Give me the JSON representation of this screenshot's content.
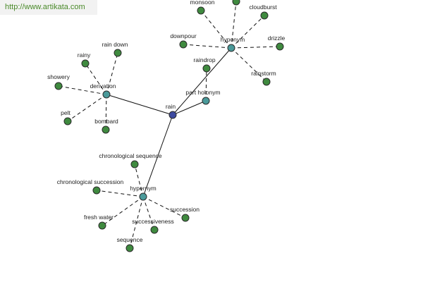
{
  "watermark": "http://www.artikata.com",
  "colors": {
    "root": "#3d4aa0",
    "relation": "#4a9a9a",
    "leaf": "#3f8a3f",
    "edge": "#111111"
  },
  "graph": {
    "nodes": [
      {
        "id": "rain",
        "label": "rain",
        "kind": "root"
      },
      {
        "id": "derivation",
        "label": "derivation",
        "kind": "relation"
      },
      {
        "id": "hyponym",
        "label": "hyponym",
        "kind": "relation"
      },
      {
        "id": "part_holonym",
        "label": "part holonym",
        "kind": "relation"
      },
      {
        "id": "hypernym",
        "label": "hypernym",
        "kind": "relation"
      },
      {
        "id": "rain_down",
        "label": "rain down",
        "kind": "leaf"
      },
      {
        "id": "rainy",
        "label": "rainy",
        "kind": "leaf"
      },
      {
        "id": "showery",
        "label": "showery",
        "kind": "leaf"
      },
      {
        "id": "pelt",
        "label": "pelt",
        "kind": "leaf"
      },
      {
        "id": "bombard",
        "label": "bombard",
        "kind": "leaf"
      },
      {
        "id": "monsoon",
        "label": "monsoon",
        "kind": "leaf"
      },
      {
        "id": "cloudburst",
        "label": "cloudburst",
        "kind": "leaf"
      },
      {
        "id": "downpour",
        "label": "downpour",
        "kind": "leaf"
      },
      {
        "id": "drizzle",
        "label": "drizzle",
        "kind": "leaf"
      },
      {
        "id": "rainstorm",
        "label": "rainstorm",
        "kind": "leaf"
      },
      {
        "id": "hyponym_top",
        "label": "",
        "kind": "leaf"
      },
      {
        "id": "raindrop",
        "label": "raindrop",
        "kind": "leaf"
      },
      {
        "id": "chronological_sequence",
        "label": "chronological sequence",
        "kind": "leaf"
      },
      {
        "id": "chronological_succession",
        "label": "chronological succession",
        "kind": "leaf"
      },
      {
        "id": "fresh_water",
        "label": "fresh water",
        "kind": "leaf"
      },
      {
        "id": "successiveness",
        "label": "successiveness",
        "kind": "leaf"
      },
      {
        "id": "sequence",
        "label": "sequence",
        "kind": "leaf"
      },
      {
        "id": "succession",
        "label": "succession",
        "kind": "leaf"
      }
    ],
    "edges": [
      {
        "from": "rain",
        "to": "derivation",
        "style": "solid"
      },
      {
        "from": "rain",
        "to": "hyponym",
        "style": "solid"
      },
      {
        "from": "rain",
        "to": "part_holonym",
        "style": "solid"
      },
      {
        "from": "rain",
        "to": "hypernym",
        "style": "solid"
      },
      {
        "from": "derivation",
        "to": "rain_down",
        "style": "dashed"
      },
      {
        "from": "derivation",
        "to": "rainy",
        "style": "dashed"
      },
      {
        "from": "derivation",
        "to": "showery",
        "style": "dashed"
      },
      {
        "from": "derivation",
        "to": "pelt",
        "style": "dashed"
      },
      {
        "from": "derivation",
        "to": "bombard",
        "style": "dashed"
      },
      {
        "from": "hyponym",
        "to": "monsoon",
        "style": "dashed"
      },
      {
        "from": "hyponym",
        "to": "hyponym_top",
        "style": "dashed"
      },
      {
        "from": "hyponym",
        "to": "cloudburst",
        "style": "dashed"
      },
      {
        "from": "hyponym",
        "to": "downpour",
        "style": "dashed"
      },
      {
        "from": "hyponym",
        "to": "drizzle",
        "style": "dashed"
      },
      {
        "from": "hyponym",
        "to": "rainstorm",
        "style": "dashed"
      },
      {
        "from": "part_holonym",
        "to": "raindrop",
        "style": "dashed"
      },
      {
        "from": "hypernym",
        "to": "chronological_sequence",
        "style": "dashed"
      },
      {
        "from": "hypernym",
        "to": "chronological_succession",
        "style": "dashed"
      },
      {
        "from": "hypernym",
        "to": "fresh_water",
        "style": "dashed"
      },
      {
        "from": "hypernym",
        "to": "successiveness",
        "style": "dashed"
      },
      {
        "from": "hypernym",
        "to": "sequence",
        "style": "dashed"
      },
      {
        "from": "hypernym",
        "to": "succession",
        "style": "dashed"
      }
    ]
  }
}
